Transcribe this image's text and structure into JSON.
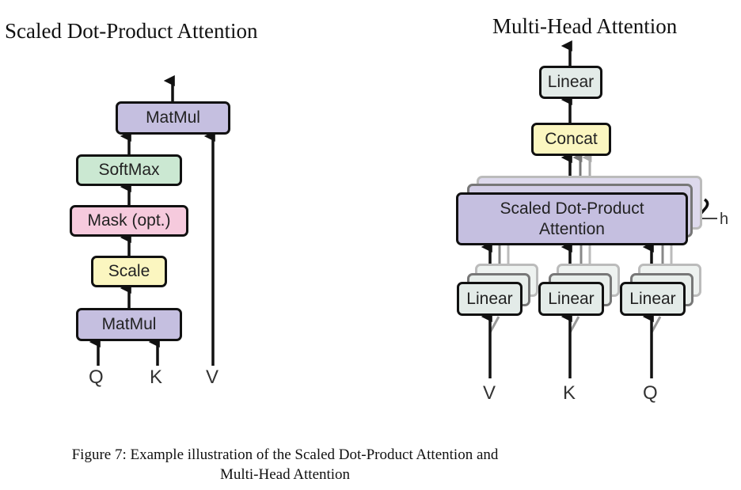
{
  "left_diagram": {
    "title": "Scaled Dot-Product Attention",
    "blocks": {
      "matmul_top": "MatMul",
      "softmax": "SoftMax",
      "mask": "Mask (opt.)",
      "scale": "Scale",
      "matmul_bottom": "MatMul"
    },
    "inputs": [
      "Q",
      "K",
      "V"
    ]
  },
  "right_diagram": {
    "title": "Multi-Head Attention",
    "blocks": {
      "linear_top": "Linear",
      "concat": "Concat",
      "attention": "Scaled Dot-Product Attention",
      "linear_v": "Linear",
      "linear_k": "Linear",
      "linear_q": "Linear"
    },
    "head_label": "h",
    "inputs": [
      "V",
      "K",
      "Q"
    ]
  },
  "caption": {
    "line1": "Figure 7: Example illustration of the Scaled Dot-Product Attention and",
    "line2": "Multi-Head Attention"
  },
  "colors": {
    "matmul": "#c5bfe0",
    "softmax": "#cbe8d2",
    "mask": "#f6cadd",
    "scale": "#fbf6c0",
    "linear": "#e3ebe8"
  }
}
